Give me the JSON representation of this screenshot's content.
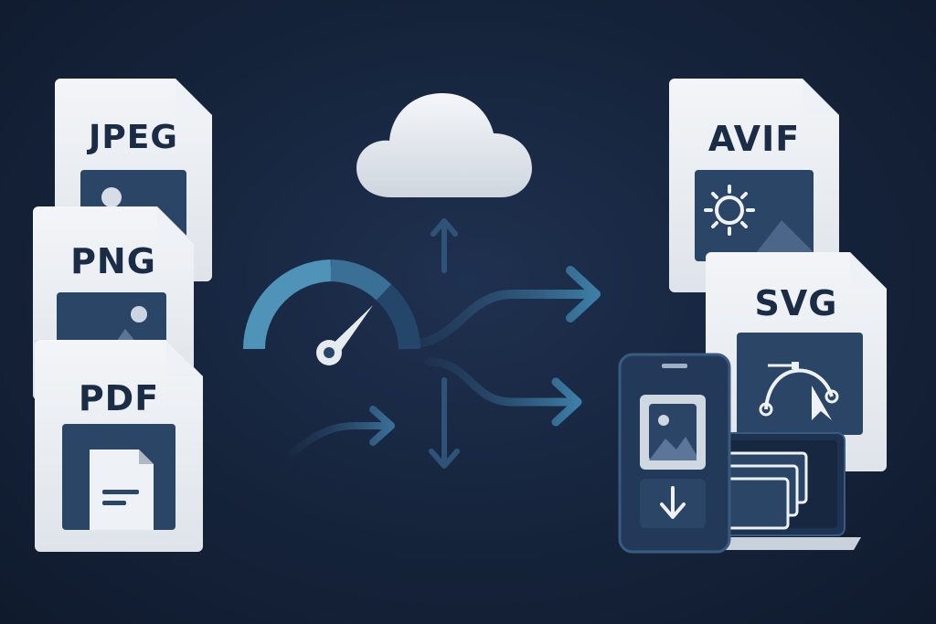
{
  "files": {
    "jpeg": "JPEG",
    "png": "PNG",
    "pdf": "PDF",
    "avif": "AVIF",
    "svg": "SVG"
  },
  "icons": {
    "cloud": "cloud-icon",
    "gauge": "speed-gauge-icon",
    "arrows": "routing-arrows-icon",
    "phone": "mobile-phone-icon",
    "laptop": "laptop-icon"
  },
  "colors": {
    "background": "#15233a",
    "accent": "#3d7ea6",
    "file_label": "#1b2c47",
    "thumb": "#2b4566"
  }
}
